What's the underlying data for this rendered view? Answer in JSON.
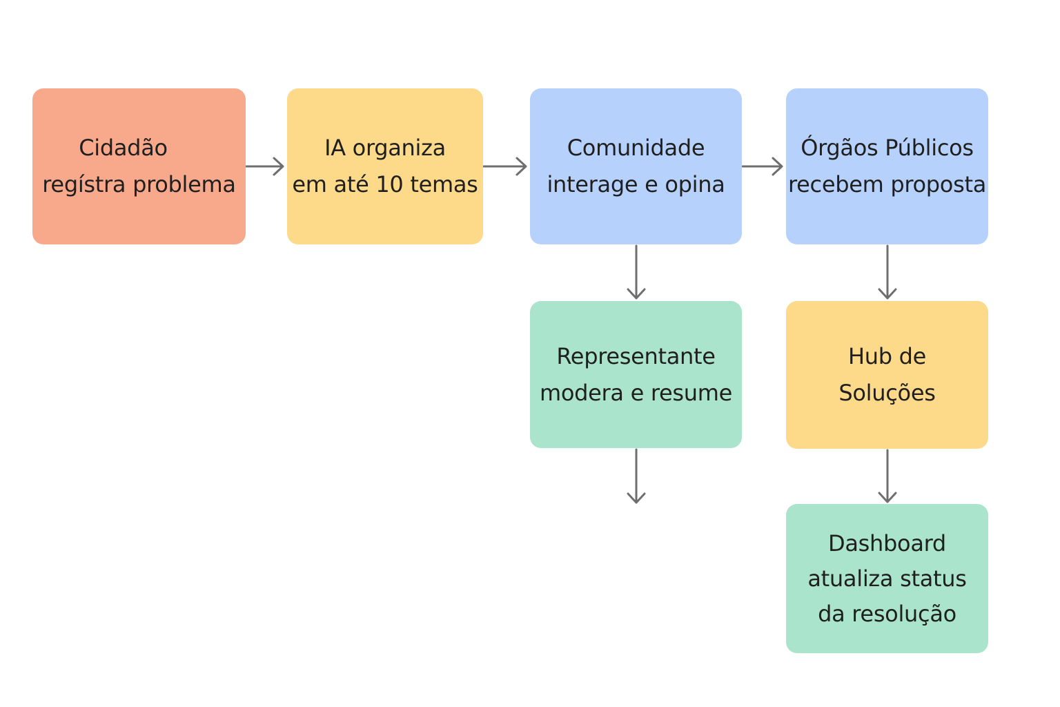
{
  "nodes": {
    "citizen": {
      "lines": [
        "Cidadão",
        "regístra problema"
      ],
      "color": "#f9a98b"
    },
    "ai": {
      "lines": [
        "IA organiza",
        "em até 10 temas"
      ],
      "color": "#fdd98a"
    },
    "community": {
      "lines": [
        "Comunidade",
        "interage e opina"
      ],
      "color": "#b7d1fd"
    },
    "agencies": {
      "lines": [
        "Órgãos Públicos",
        "recebem proposta"
      ],
      "color": "#b7d1fd"
    },
    "rep": {
      "lines": [
        "Representante",
        "modera e resume"
      ],
      "color": "#abe4cc"
    },
    "hub": {
      "lines": [
        "Hub de",
        "Soluções"
      ],
      "color": "#fdd98a"
    },
    "dashboard": {
      "lines": [
        "Dashboard",
        "atualiza status",
        "da resolução"
      ],
      "color": "#abe4cc"
    }
  },
  "edges": [
    {
      "from": "citizen",
      "to": "ai"
    },
    {
      "from": "ai",
      "to": "community"
    },
    {
      "from": "community",
      "to": "agencies"
    },
    {
      "from": "community",
      "to": "rep"
    },
    {
      "from": "agencies",
      "to": "hub"
    },
    {
      "from": "rep",
      "to": ""
    },
    {
      "from": "hub",
      "to": "dashboard"
    }
  ],
  "connector_color": "#6e6e6e"
}
